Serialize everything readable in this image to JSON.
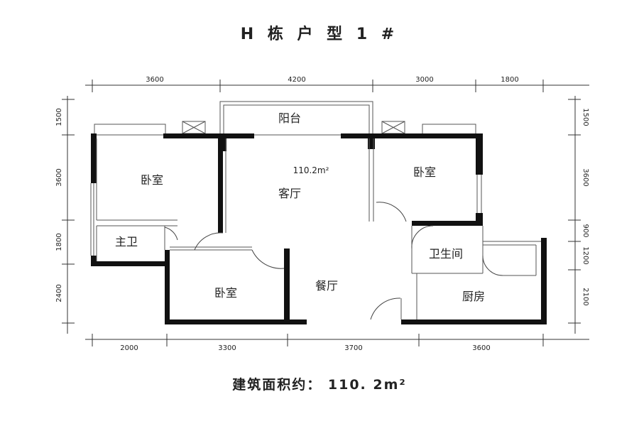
{
  "title": "H 栋 户 型 1 #",
  "footer": "建筑面积约： 110. 2m²",
  "area_label": "110.2m²",
  "rooms": {
    "balcony": "阳台",
    "living": "客厅",
    "bedroom_nw": "卧室",
    "bedroom_ne": "卧室",
    "bedroom_s": "卧室",
    "master_bath": "主卫",
    "bathroom": "卫生间",
    "dining": "餐厅",
    "kitchen": "厨房"
  },
  "dimensions": {
    "top": [
      "3600",
      "4200",
      "3000",
      "1800"
    ],
    "bottom": [
      "2000",
      "3300",
      "3700",
      "3600"
    ],
    "left": [
      "1500",
      "3600",
      "1800",
      "2400"
    ],
    "right": [
      "1500",
      "3600",
      "900",
      "1200",
      "2100"
    ]
  }
}
